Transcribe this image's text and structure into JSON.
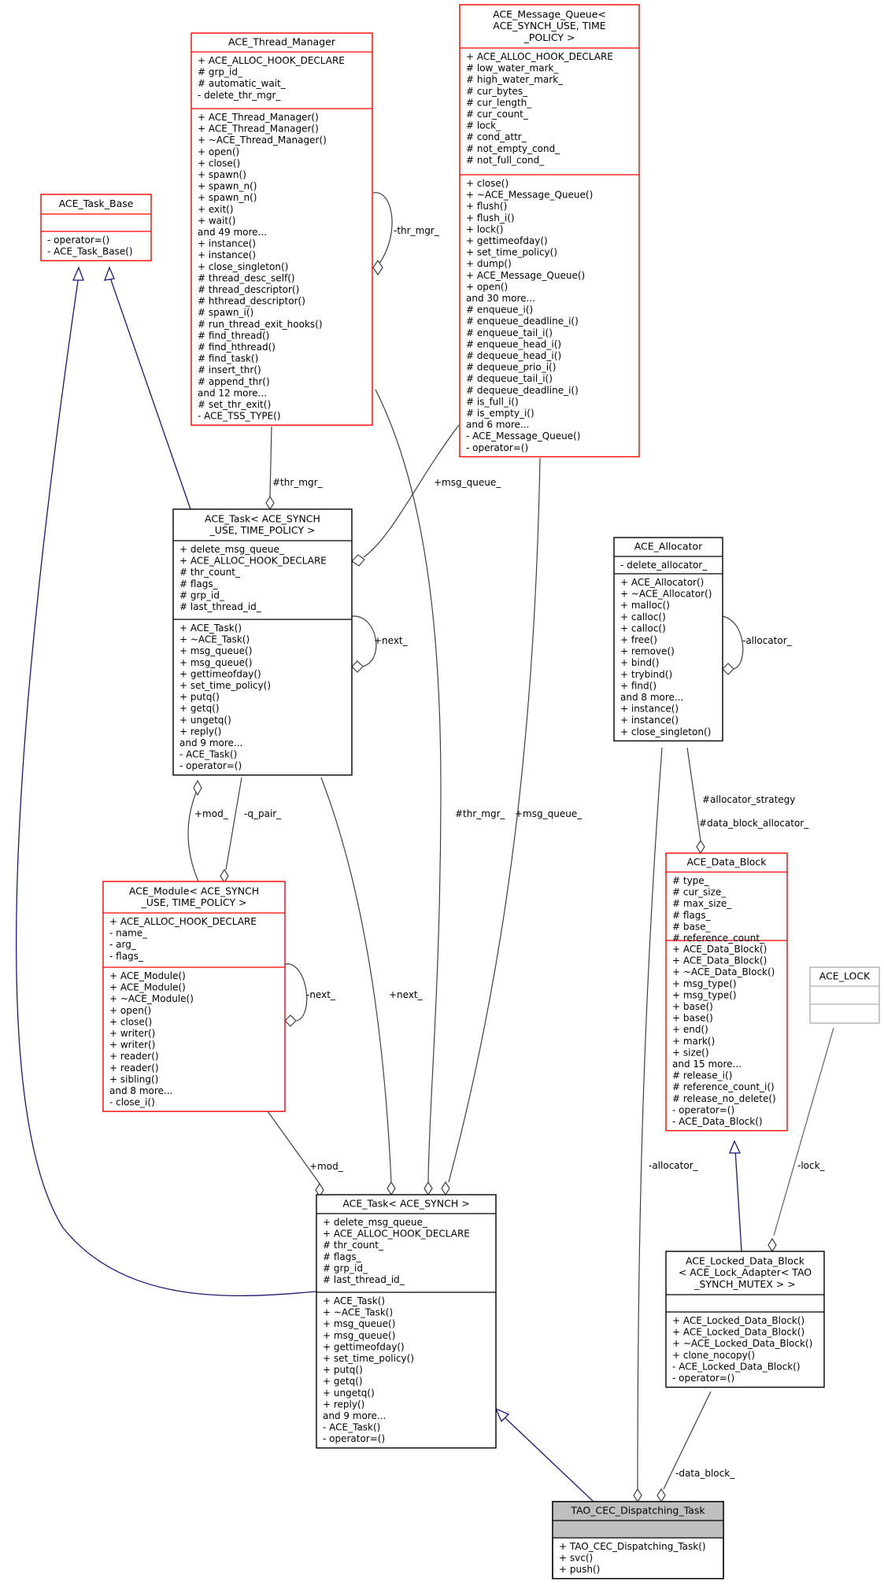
{
  "nodes": {
    "thread_manager": {
      "title": [
        "ACE_Thread_Manager"
      ],
      "attributes": [
        "+ ACE_ALLOC_HOOK_DECLARE",
        "# grp_id_",
        "# automatic_wait_",
        "- delete_thr_mgr_"
      ],
      "methods": [
        "+ ACE_Thread_Manager()",
        "+ ACE_Thread_Manager()",
        "+ ~ACE_Thread_Manager()",
        "+ open()",
        "+ close()",
        "+ spawn()",
        "+ spawn_n()",
        "+ spawn_n()",
        "+ exit()",
        "+ wait()",
        "and 49 more...",
        "+ instance()",
        "+ instance()",
        "+ close_singleton()",
        "# thread_desc_self()",
        "# thread_descriptor()",
        "# hthread_descriptor()",
        "# spawn_i()",
        "# run_thread_exit_hooks()",
        "# find_thread()",
        "# find_hthread()",
        "# find_task()",
        "# insert_thr()",
        "# append_thr()",
        "and 12 more...",
        "# set_thr_exit()",
        "- ACE_TSS_TYPE()"
      ]
    },
    "message_queue": {
      "title": [
        "ACE_Message_Queue<",
        "ACE_SYNCH_USE, TIME",
        "_POLICY >"
      ],
      "attributes": [
        "+ ACE_ALLOC_HOOK_DECLARE",
        "# low_water_mark_",
        "# high_water_mark_",
        "# cur_bytes_",
        "# cur_length_",
        "# cur_count_",
        "# lock_",
        "# cond_attr_",
        "# not_empty_cond_",
        "# not_full_cond_"
      ],
      "methods": [
        "+ close()",
        "+ ~ACE_Message_Queue()",
        "+ flush()",
        "+ flush_i()",
        "+ lock()",
        "+ gettimeofday()",
        "+ set_time_policy()",
        "+ dump()",
        "+ ACE_Message_Queue()",
        "+ open()",
        "and 30 more...",
        "# enqueue_i()",
        "# enqueue_deadline_i()",
        "# enqueue_tail_i()",
        "# enqueue_head_i()",
        "# dequeue_head_i()",
        "# dequeue_prio_i()",
        "# dequeue_tail_i()",
        "# dequeue_deadline_i()",
        "# is_full_i()",
        "# is_empty_i()",
        "and 6 more...",
        "- ACE_Message_Queue()",
        "- operator=()"
      ]
    },
    "task_base": {
      "title": [
        "ACE_Task_Base"
      ],
      "attributes": [],
      "methods": [
        "- operator=()",
        "- ACE_Task_Base()"
      ]
    },
    "task_policy": {
      "title": [
        "ACE_Task< ACE_SYNCH",
        "_USE, TIME_POLICY >"
      ],
      "attributes": [
        "+ delete_msg_queue_",
        "+ ACE_ALLOC_HOOK_DECLARE",
        "# thr_count_",
        "# flags_",
        "# grp_id_",
        "# last_thread_id_"
      ],
      "methods": [
        "+ ACE_Task()",
        "+ ~ACE_Task()",
        "+ msg_queue()",
        "+ msg_queue()",
        "+ gettimeofday()",
        "+ set_time_policy()",
        "+ putq()",
        "+ getq()",
        "+ ungetq()",
        "+ reply()",
        "and 9 more...",
        "- ACE_Task()",
        "- operator=()"
      ]
    },
    "allocator": {
      "title": [
        "ACE_Allocator"
      ],
      "attributes": [
        "- delete_allocator_"
      ],
      "methods": [
        "+ ACE_Allocator()",
        "+ ~ACE_Allocator()",
        "+ malloc()",
        "+ calloc()",
        "+ calloc()",
        "+ free()",
        "+ remove()",
        "+ bind()",
        "+ trybind()",
        "+ find()",
        "and 8 more...",
        "+ instance()",
        "+ instance()",
        "+ close_singleton()"
      ]
    },
    "module": {
      "title": [
        "ACE_Module< ACE_SYNCH",
        "_USE, TIME_POLICY >"
      ],
      "attributes": [
        "+ ACE_ALLOC_HOOK_DECLARE",
        "- name_",
        "- arg_",
        "- flags_"
      ],
      "methods": [
        "+ ACE_Module()",
        "+ ACE_Module()",
        "+ ~ACE_Module()",
        "+ open()",
        "+ close()",
        "+ writer()",
        "+ writer()",
        "+ reader()",
        "+ reader()",
        "+ sibling()",
        "and 8 more...",
        "- close_i()"
      ]
    },
    "data_block": {
      "title": [
        "ACE_Data_Block"
      ],
      "attributes": [
        "# type_",
        "# cur_size_",
        "# max_size_",
        "# flags_",
        "# base_",
        "# reference_count_"
      ],
      "methods": [
        "+ ACE_Data_Block()",
        "+ ACE_Data_Block()",
        "+ ~ACE_Data_Block()",
        "+ msg_type()",
        "+ msg_type()",
        "+ base()",
        "+ base()",
        "+ end()",
        "+ mark()",
        "+ size()",
        "and 15 more...",
        "# release_i()",
        "# reference_count_i()",
        "# release_no_delete()",
        "- operator=()",
        "- ACE_Data_Block()"
      ]
    },
    "ace_lock": {
      "title": [
        "ACE_LOCK"
      ],
      "attributes": [],
      "methods": []
    },
    "task_synch": {
      "title": [
        "ACE_Task< ACE_SYNCH >"
      ],
      "attributes": [
        "+ delete_msg_queue_",
        "+ ACE_ALLOC_HOOK_DECLARE",
        "# thr_count_",
        "# flags_",
        "# grp_id_",
        "# last_thread_id_"
      ],
      "methods": [
        "+ ACE_Task()",
        "+ ~ACE_Task()",
        "+ msg_queue()",
        "+ msg_queue()",
        "+ gettimeofday()",
        "+ set_time_policy()",
        "+ putq()",
        "+ getq()",
        "+ ungetq()",
        "+ reply()",
        "and 9 more...",
        "- ACE_Task()",
        "- operator=()"
      ]
    },
    "locked_data_block": {
      "title": [
        "ACE_Locked_Data_Block",
        "< ACE_Lock_Adapter< TAO",
        "_SYNCH_MUTEX > >"
      ],
      "attributes": [],
      "methods": [
        "+ ACE_Locked_Data_Block()",
        "+ ACE_Locked_Data_Block()",
        "+ ~ACE_Locked_Data_Block()",
        "+ clone_nocopy()",
        "- ACE_Locked_Data_Block()",
        "- operator=()"
      ]
    },
    "dispatching_task": {
      "title": [
        "TAO_CEC_Dispatching_Task"
      ],
      "attributes": [],
      "methods": [
        "+ TAO_CEC_Dispatching_Task()",
        "+ svc()",
        "+ push()"
      ]
    }
  },
  "edge_labels": {
    "thr_mgr_self": "-thr_mgr_",
    "thr_mgr_task": "#thr_mgr_",
    "msg_queue_task": "+msg_queue_",
    "next_self": "+next_",
    "allocator_self": "-allocator_",
    "mod": "+mod_",
    "q_pair": "-q_pair_",
    "thr_mgr_synch": "#thr_mgr_",
    "msg_queue_synch": "+msg_queue_",
    "allocator_strategy": "#allocator_strategy",
    "data_block_allocator": "#data_block_allocator_",
    "module_next": "-next_",
    "task_next": "+next_",
    "lock": "-lock_",
    "allocator": "-allocator_",
    "mod_synch": "+mod_",
    "data_block": "-data_block_"
  }
}
